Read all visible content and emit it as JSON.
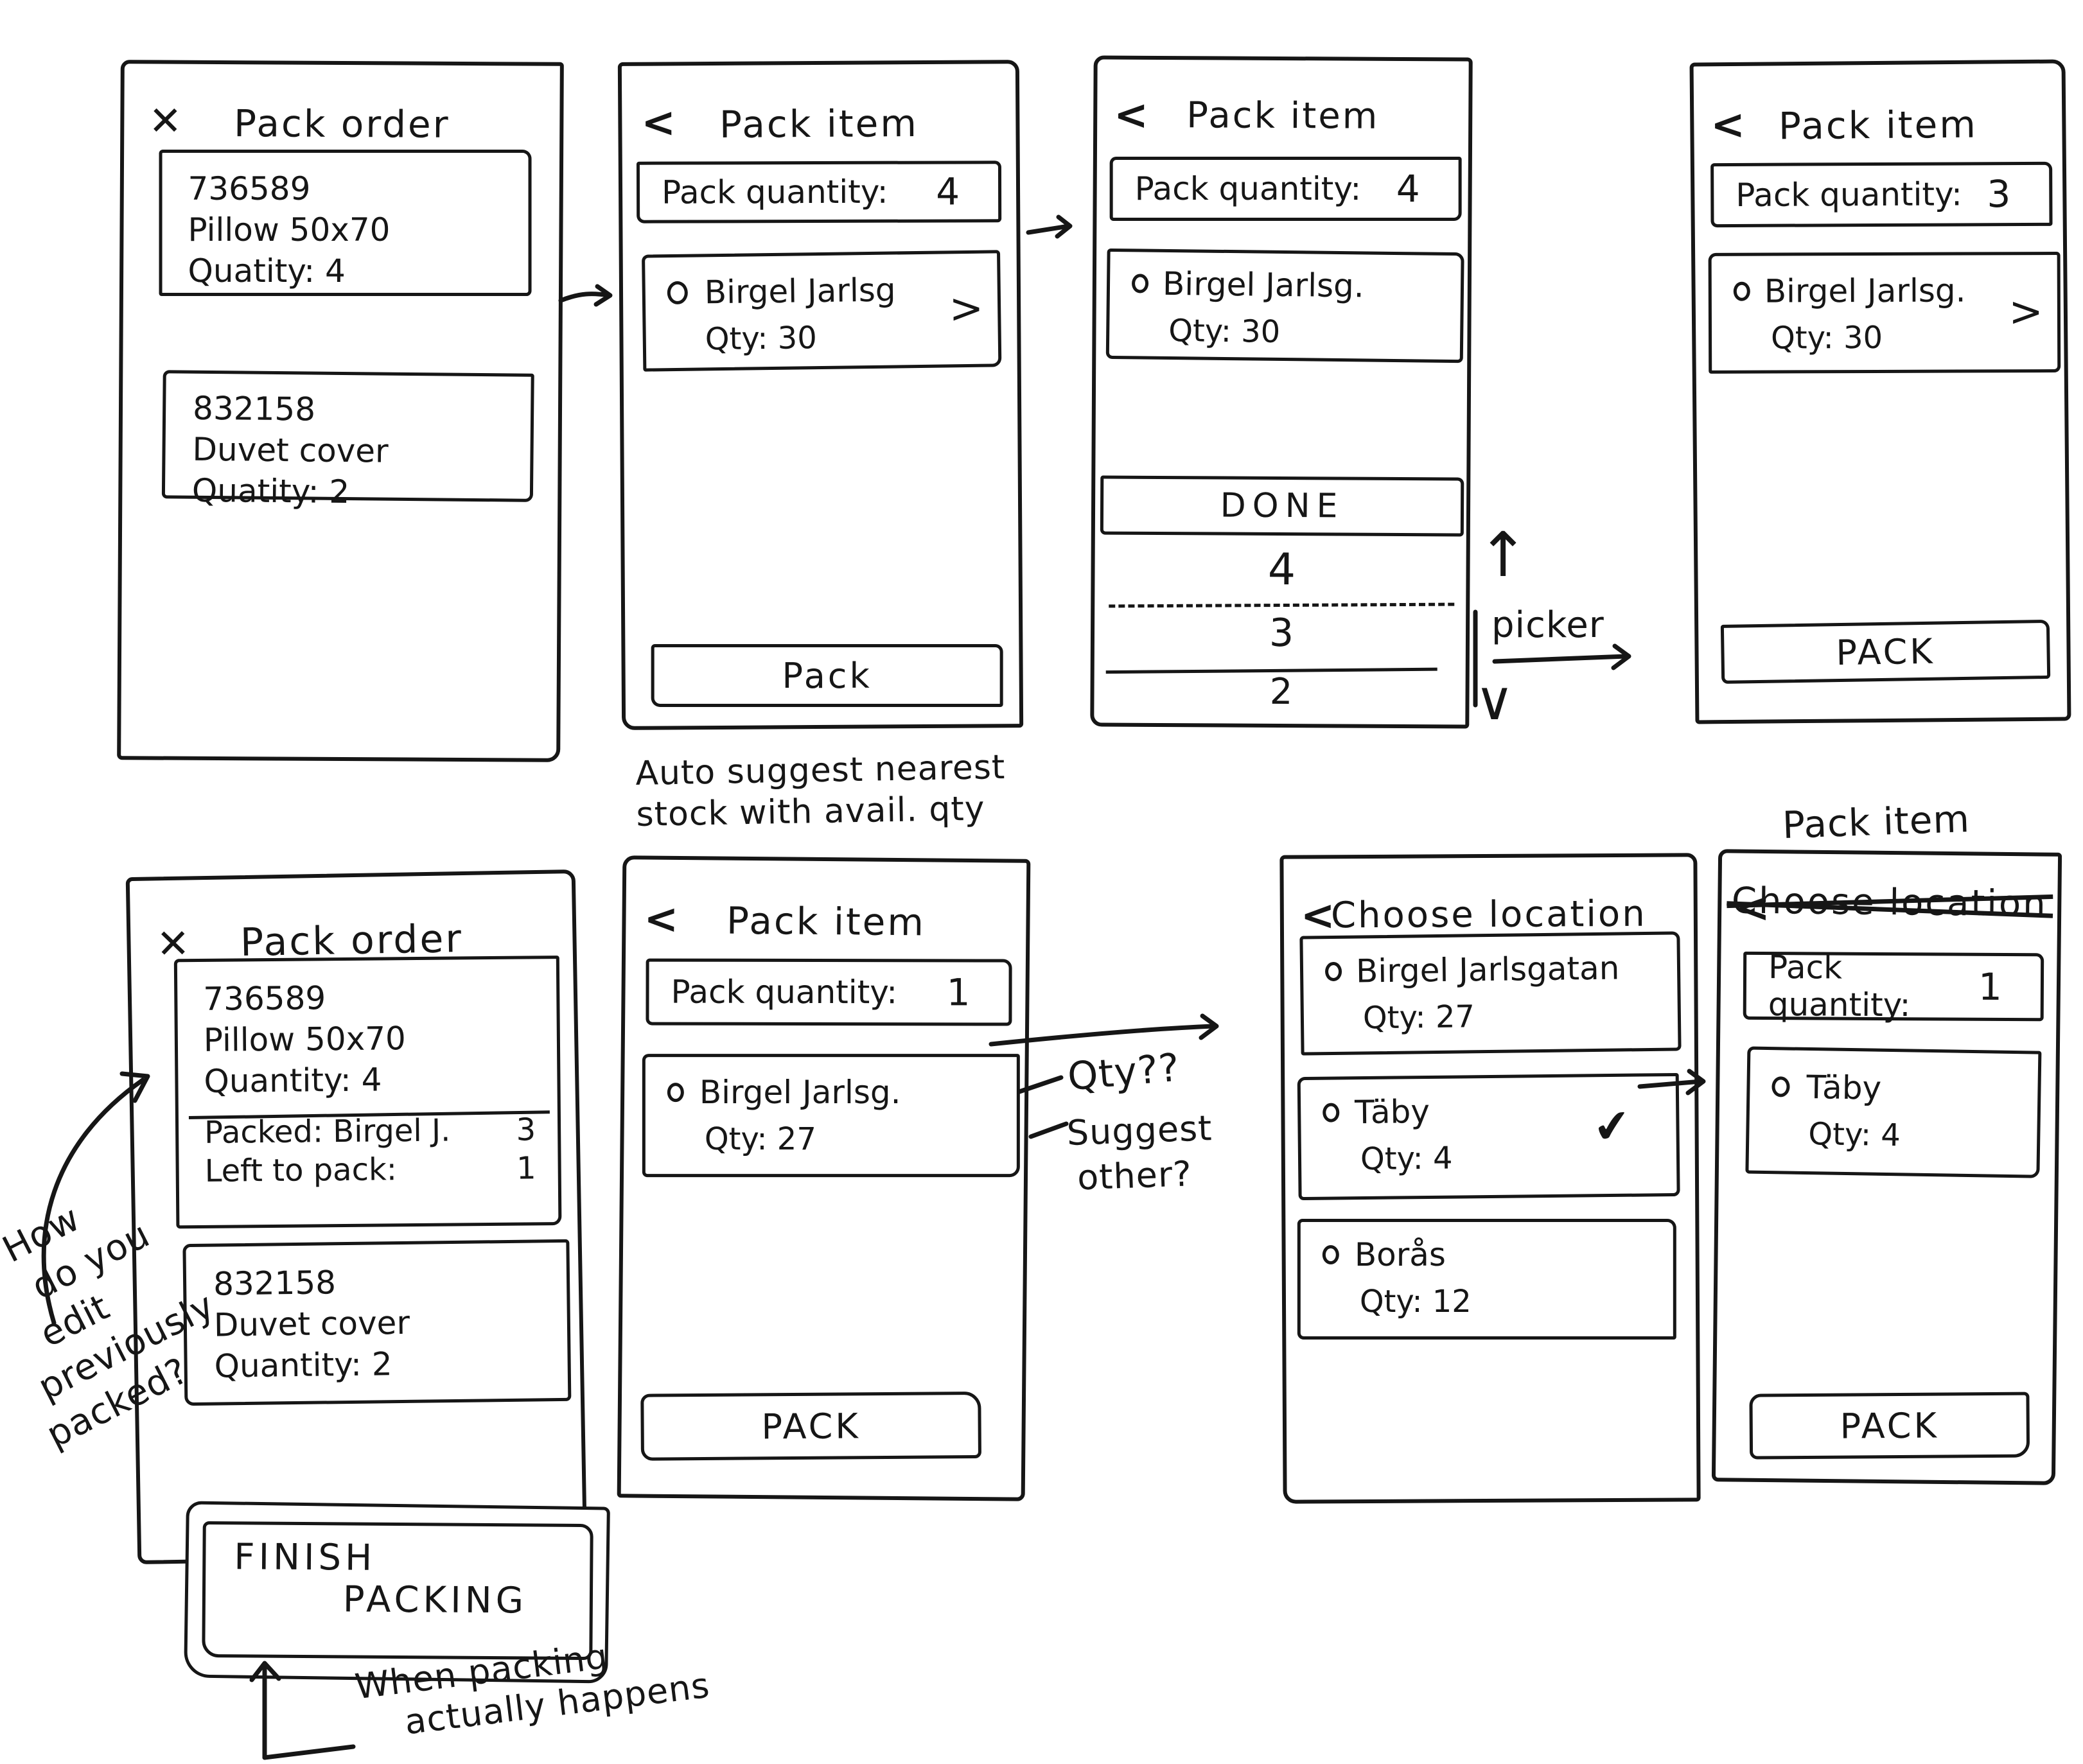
{
  "icons": {
    "close": "✕",
    "back": "<",
    "chevron": ">",
    "check": "✔",
    "picker_up": "↑",
    "picker_down": "∨"
  },
  "screens": {
    "pack_order_1": {
      "title": "Pack order",
      "items": [
        {
          "id": "736589",
          "name": "Pillow 50x70",
          "qty": "Quatity: 4"
        },
        {
          "id": "832158",
          "name": "Duvet cover",
          "qty": "Quatity: 2"
        }
      ]
    },
    "pack_item_1": {
      "title": "Pack item",
      "qty_label": "Pack quantity:",
      "qty_value": "4",
      "location": {
        "name": "Birgel Jarlsg",
        "qty": "Qty: 30"
      },
      "pack_button": "Pack"
    },
    "pack_item_picker": {
      "title": "Pack item",
      "qty_label": "Pack quantity:",
      "qty_value": "4",
      "location": {
        "name": "Birgel Jarlsg.",
        "qty": "Qty: 30"
      },
      "picker": {
        "done": "DONE",
        "values": [
          "4",
          "3",
          "2"
        ]
      }
    },
    "pack_item_2": {
      "title": "Pack item",
      "qty_label": "Pack quantity:",
      "qty_value": "3",
      "location": {
        "name": "Birgel Jarlsg.",
        "qty": "Qty: 30"
      },
      "pack_button": "PACK"
    },
    "pack_order_2": {
      "title": "Pack order",
      "item1": {
        "id": "736589",
        "name": "Pillow 50x70",
        "qty": "Quantity: 4",
        "packed_label": "Packed: Birgel J.",
        "packed_value": "3",
        "left_label": "Left to pack:",
        "left_value": "1"
      },
      "item2": {
        "id": "832158",
        "name": "Duvet cover",
        "qty": "Quantity: 2"
      },
      "finish_line1": "FINISH",
      "finish_line2": "PACKING"
    },
    "pack_item_3": {
      "title": "Pack item",
      "qty_label": "Pack quantity:",
      "qty_value": "1",
      "location": {
        "name": "Birgel Jarlsg.",
        "qty": "Qty: 27"
      },
      "pack_button": "PACK"
    },
    "choose_location": {
      "title": "Choose location",
      "options": [
        {
          "name": "Birgel Jarlsgatan",
          "qty": "Qty: 27"
        },
        {
          "name": "Täby",
          "qty": "Qty: 4"
        },
        {
          "name": "Borås",
          "qty": "Qty: 12"
        }
      ]
    },
    "pack_item_4": {
      "label_above": "Pack item",
      "struck_title": "Choose location",
      "qty_label": "Pack quantity:",
      "qty_value": "1",
      "location": {
        "name": "Täby",
        "qty": "Qty: 4"
      },
      "pack_button": "PACK"
    }
  },
  "annotations": {
    "auto_suggest_line1": "Auto suggest nearest",
    "auto_suggest_line2": "stock with avail. qty",
    "picker_label": "picker",
    "edit_lines": [
      "How",
      "do you",
      "edit",
      "previously",
      "packed?"
    ],
    "qty_question": "Qty??",
    "suggest_line1": "Suggest",
    "suggest_line2": "other?",
    "when_line1": "When packing",
    "when_line2": "actually happens"
  }
}
